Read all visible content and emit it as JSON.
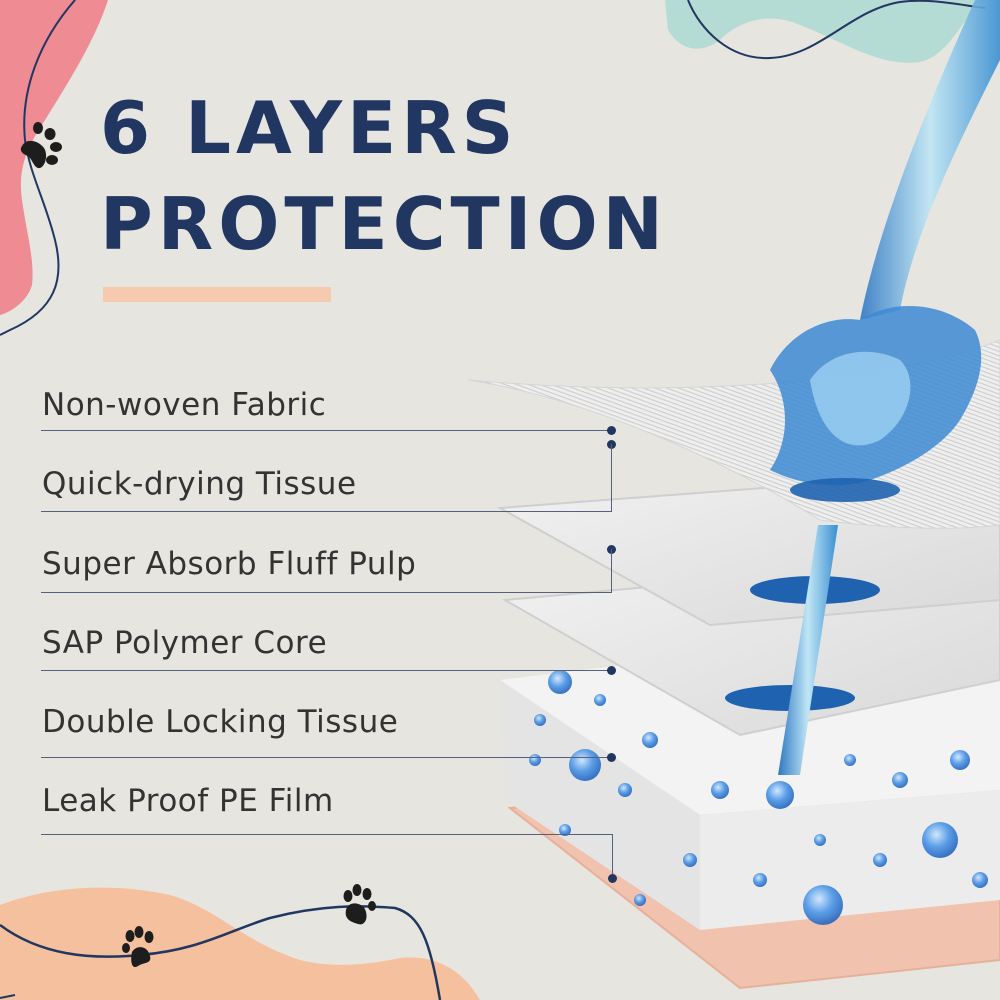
{
  "header": {
    "title_line1": "6 LAYERS",
    "title_line2": "PROTECTION"
  },
  "layers": [
    {
      "label": "Non-woven Fabric"
    },
    {
      "label": "Quick-drying Tissue"
    },
    {
      "label": "Super Absorb Fluff Pulp"
    },
    {
      "label": "SAP Polymer Core"
    },
    {
      "label": "Double Locking Tissue"
    },
    {
      "label": "Leak Proof PE Film"
    }
  ],
  "colors": {
    "background": "#e6e5e0",
    "title": "#213660",
    "accent_bar": "#f6cbad",
    "blob_pink": "#ef8b93",
    "blob_teal": "#b5dbd5",
    "blob_peach": "#f5c09e",
    "leader_line": "#56607a",
    "water_blue": "#3f8fd8"
  },
  "icons": [
    "paw-print-icon",
    "paw-print-icon",
    "paw-print-icon"
  ]
}
